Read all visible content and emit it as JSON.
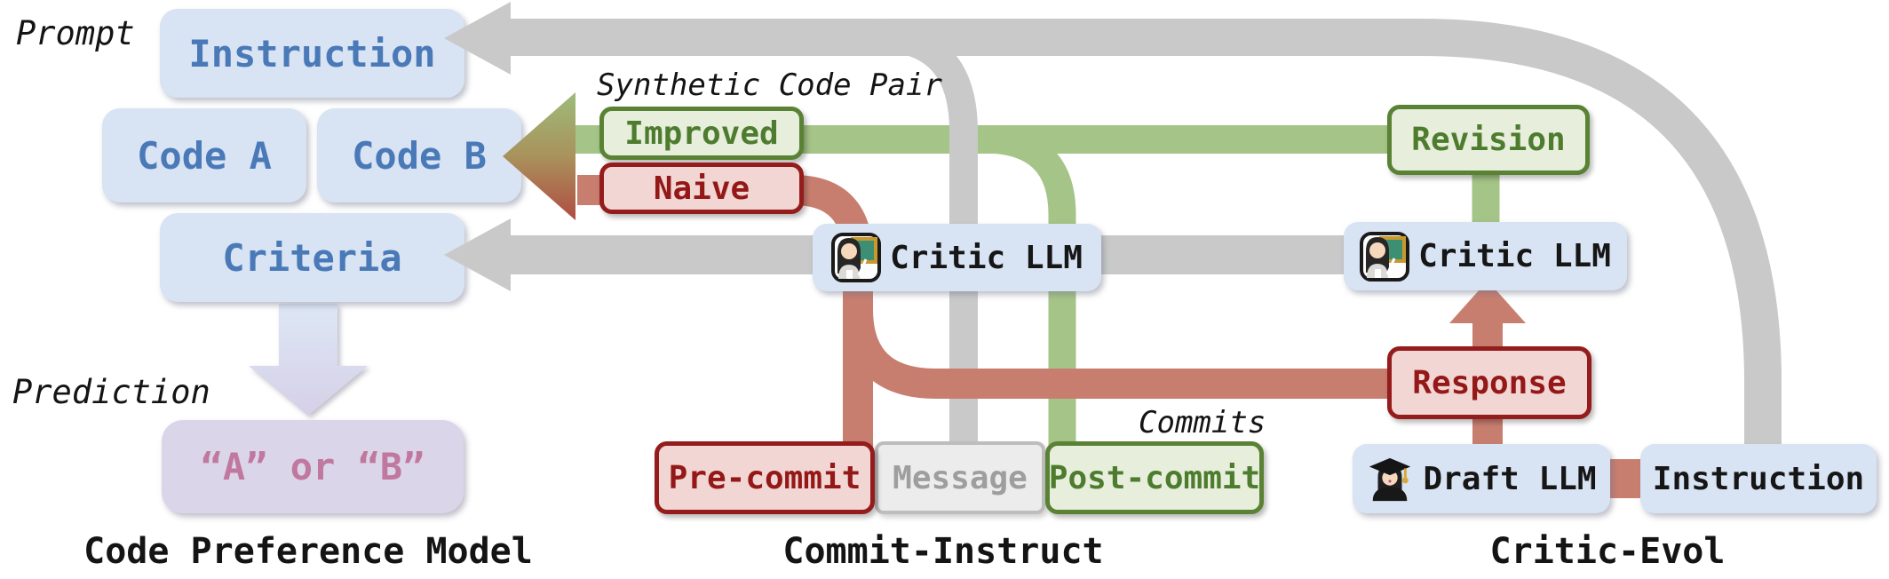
{
  "figure": {
    "left": {
      "section_label": "Code Preference Model",
      "prompt_label": "Prompt",
      "prediction_label": "Prediction",
      "instruction": "Instruction",
      "code_a": "Code A",
      "code_b": "Code B",
      "criteria": "Criteria",
      "prediction_value": "“A” or “B”"
    },
    "middle": {
      "section_label": "Commit-Instruct",
      "pair_label": "Synthetic Code Pair",
      "commits_label": "Commits",
      "improved": "Improved",
      "naive": "Naive",
      "critic_llm": "Critic LLM",
      "pre_commit": "Pre-commit",
      "message": "Message",
      "post_commit": "Post-commit"
    },
    "right": {
      "section_label": "Critic-Evol",
      "revision": "Revision",
      "critic_llm": "Critic LLM",
      "response": "Response",
      "draft_llm": "Draft LLM",
      "instruction": "Instruction"
    },
    "icons": {
      "critic": "woman-teacher-icon",
      "draft": "woman-graduate-icon"
    },
    "colors": {
      "blue_box_fill": "#d8e3f3",
      "blue_text": "#4a79b8",
      "green_border": "#5a8234",
      "green_text": "#4e7c2e",
      "green_fill": "#e7eedc",
      "red_border": "#951c1c",
      "red_fill": "#f1d6d3",
      "gray_fill": "#ececec",
      "gray_text": "#9e9e9e",
      "purple_fill": "#dbd5ea",
      "purple_text": "#c0789f",
      "pipe_gray": "#c9c9c9",
      "pipe_green": "#a5c487",
      "pipe_red": "#c87e6f"
    }
  }
}
